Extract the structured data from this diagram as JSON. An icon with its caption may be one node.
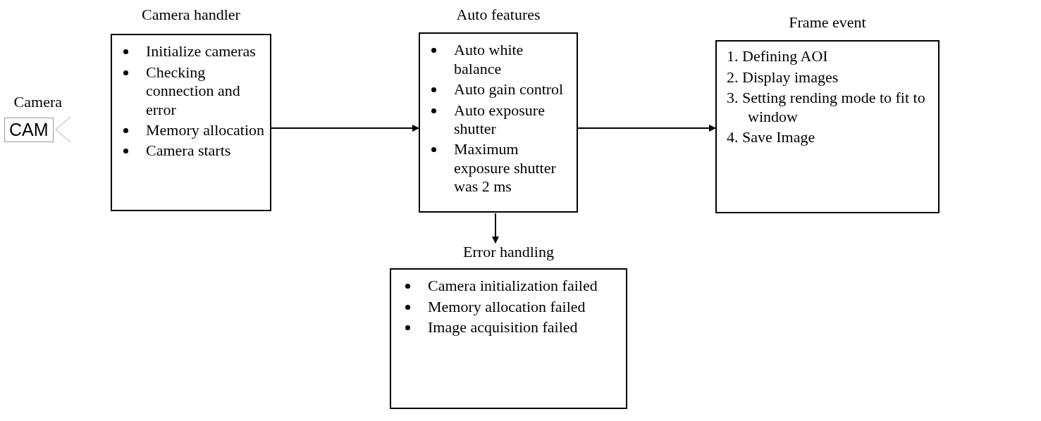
{
  "diagram": {
    "nodes": [
      {
        "text": [
          "Camera",
          "CAM"
        ]
      },
      {
        "text": [
          "Camera handler",
          "Initialize cameras",
          "Checking connection and error",
          "Memory allocation",
          "Camera starts"
        ]
      },
      {
        "text": [
          "Auto features",
          "Auto white balance",
          "Auto gain control",
          "Auto exposure shutter",
          "Maximum exposure shutter was 2 ms"
        ]
      },
      {
        "text": [
          "Frame event",
          "1. Defining AOI",
          "2. Display images",
          "3. Setting rending mode to fit to window",
          "4. Save Image"
        ]
      },
      {
        "text": [
          "Error handling",
          "Camera initialization failed",
          "Memory allocation failed",
          "Image acquisition failed"
        ]
      }
    ],
    "edges": [
      {
        "from": 1,
        "to": 2,
        "arrow": "to"
      },
      {
        "from": 2,
        "to": 3,
        "arrow": "to"
      },
      {
        "from": 2,
        "to": 4,
        "arrow": "to"
      }
    ]
  }
}
